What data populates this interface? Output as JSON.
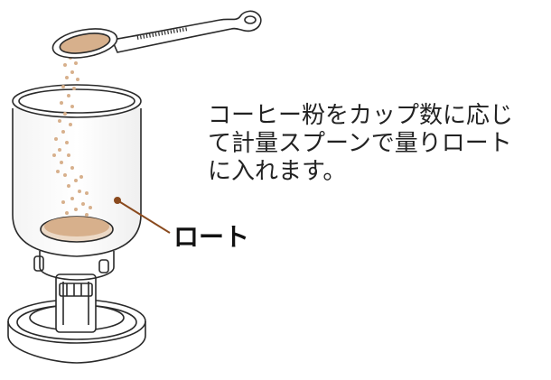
{
  "instruction": {
    "line1": "コーヒー粉をカップ数に応じ",
    "line2": "て計量スプーンで量りロート",
    "line3": "に入れます。"
  },
  "callout": {
    "label": "ロート"
  },
  "colors": {
    "outline": "#2a2a2a",
    "coffee_grounds": "#d7b08c",
    "leader_line": "#8a4a1e",
    "leader_dot": "#8a4a1e",
    "text": "#222222"
  },
  "icons": {
    "spoon": "measuring-spoon",
    "funnel": "funnel-glass",
    "stand": "siphon-stand"
  }
}
